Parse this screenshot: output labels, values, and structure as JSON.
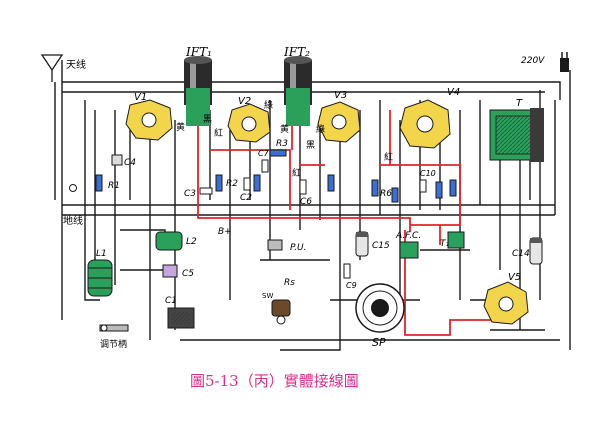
{
  "title": "圖5-13（丙）實體接線圖",
  "labels": {
    "antenna": "天线",
    "ground": "地线",
    "power": "220V",
    "tuner": "调节柄",
    "if1": "IFT₁",
    "if2": "IFT₂",
    "v1": "V1",
    "v2": "V2",
    "v3": "V3",
    "v4": "V4",
    "v5": "V5",
    "transformer": "T",
    "t1": "T₁",
    "pu": "P.U.",
    "sp": "SP",
    "afc": "A.F.C.",
    "rs": "Rs",
    "c4": "C4",
    "c5": "C5",
    "c1": "C1",
    "c2": "C2",
    "c3": "C3",
    "c6": "C6",
    "c7": "C7",
    "c9": "C9",
    "c14": "C14",
    "c15": "C15",
    "c10": "C10",
    "r1": "R1",
    "r2": "R2",
    "r3": "R3",
    "r6": "R6",
    "l1": "L1",
    "l2": "L2",
    "bplus": "B+",
    "red1": "紅",
    "red2": "紅",
    "red3": "紅",
    "yellow1": "黄",
    "yellow2": "黄",
    "green1": "綠",
    "green2": "綠",
    "black1": "黑",
    "black2": "黑",
    "sw": "SW"
  },
  "colors": {
    "wire": "#1a1a1a",
    "red_wire": "#e0242a",
    "tube": "#f2d54a",
    "if_can": "#2aa05a",
    "component_blue": "#3a6fd8",
    "caption": "#d9308a"
  }
}
